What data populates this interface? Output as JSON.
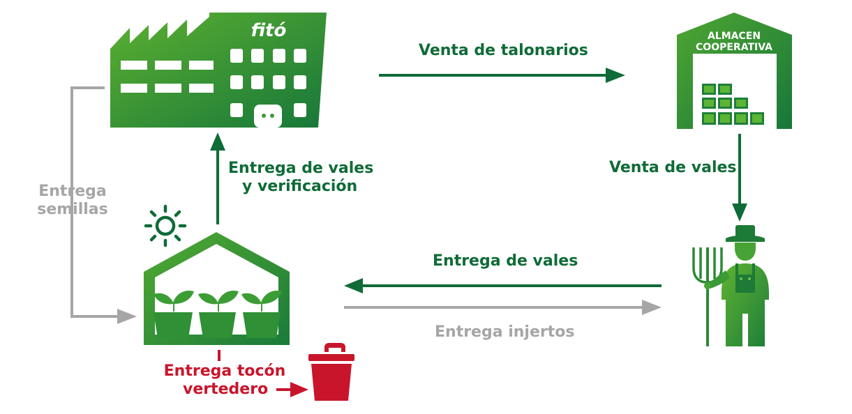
{
  "colors": {
    "dark_green": "#0f6b37",
    "light_green": "#4ca62e",
    "gray": "#a6a6a6",
    "red": "#c9152b"
  },
  "nodes": {
    "factory": {
      "logo_text": "fitó",
      "icon": "factory-icon"
    },
    "warehouse": {
      "line1": "ALMACEN",
      "line2": "COOPERATIVA",
      "icon": "warehouse-icon"
    },
    "greenhouse": {
      "icon": "greenhouse-icon"
    },
    "farmer": {
      "icon": "farmer-icon"
    },
    "bin": {
      "icon": "trash-bin-icon"
    },
    "sun": {
      "icon": "sun-icon"
    }
  },
  "edges": {
    "venta_talonarios": "Venta de talonarios",
    "entrega_verificacion_1": "Entrega de vales",
    "entrega_verificacion_2": "y verificación",
    "venta_vales": "Venta de vales",
    "entrega_semillas_1": "Entrega",
    "entrega_semillas_2": "semillas",
    "entrega_vales": "Entrega de vales",
    "entrega_injertos": "Entrega injertos",
    "entrega_tocon_1": "Entrega tocón",
    "entrega_tocon_2": "vertedero"
  }
}
